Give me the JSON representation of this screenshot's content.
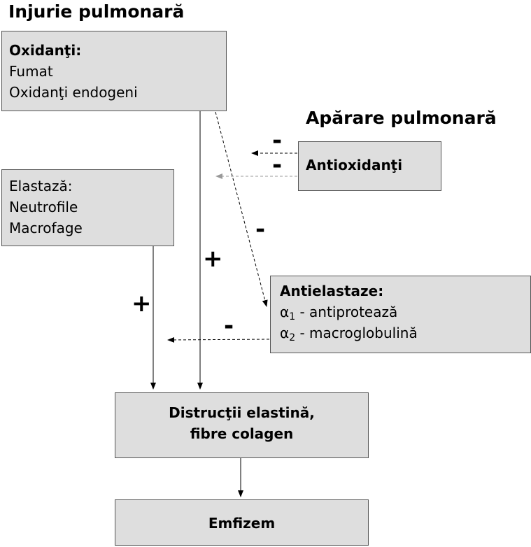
{
  "headings": {
    "injury": "Injurie pulmonară",
    "defense": "Apărare pulmonară"
  },
  "oxidants": {
    "title": "Oxidanţi:",
    "items": [
      "Fumat",
      "Oxidanţi endogeni"
    ]
  },
  "elastase": {
    "title": "Elastază:",
    "items": [
      "Neutrofile",
      "Macrofage"
    ]
  },
  "antioxidants": {
    "title": "Antioxidanţi"
  },
  "antielastases": {
    "title": "Antielastaze:",
    "items": [
      {
        "symbol": "α",
        "sub": "1",
        "text": " - antiprotează"
      },
      {
        "symbol": "α",
        "sub": "2",
        "text": " - macroglobulină"
      }
    ]
  },
  "destruction": {
    "line1": "Distrucţii elastină,",
    "line2": "fibre colagen"
  },
  "emphysema": {
    "title": "Emfizem"
  },
  "signs": {
    "plus": "+",
    "minus": "-"
  },
  "colors": {
    "box_fill": "#dedede",
    "box_border": "#555555",
    "arrow": "#000000",
    "arrow_gray": "#999999"
  }
}
